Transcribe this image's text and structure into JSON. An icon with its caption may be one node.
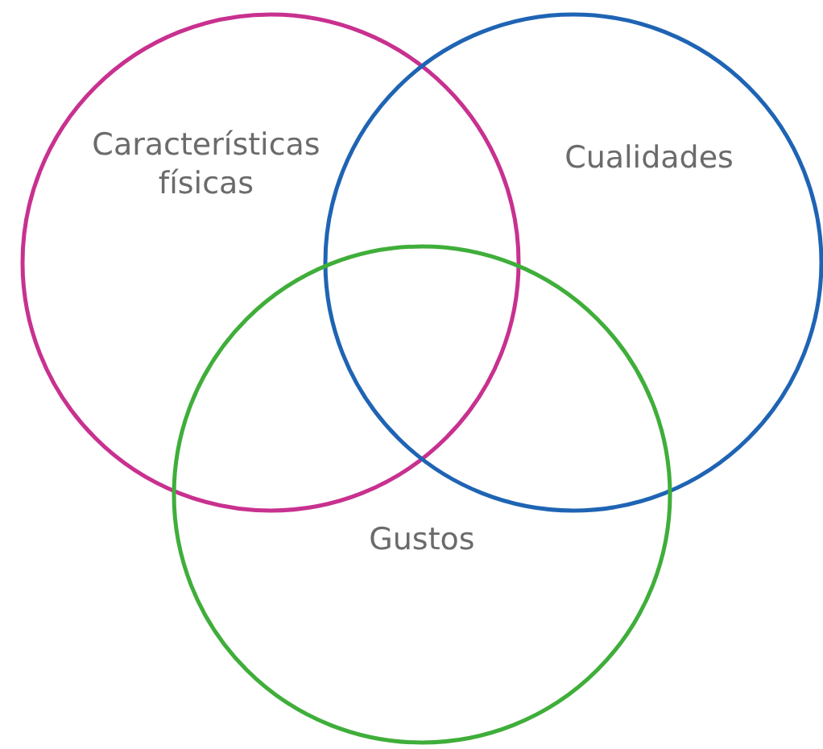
{
  "diagram": {
    "nodes": [
      {
        "text": [
          "Características físicas"
        ]
      },
      {
        "text": [
          "Cualidades"
        ]
      },
      {
        "text": [
          "Gustos"
        ]
      }
    ],
    "edges": []
  }
}
